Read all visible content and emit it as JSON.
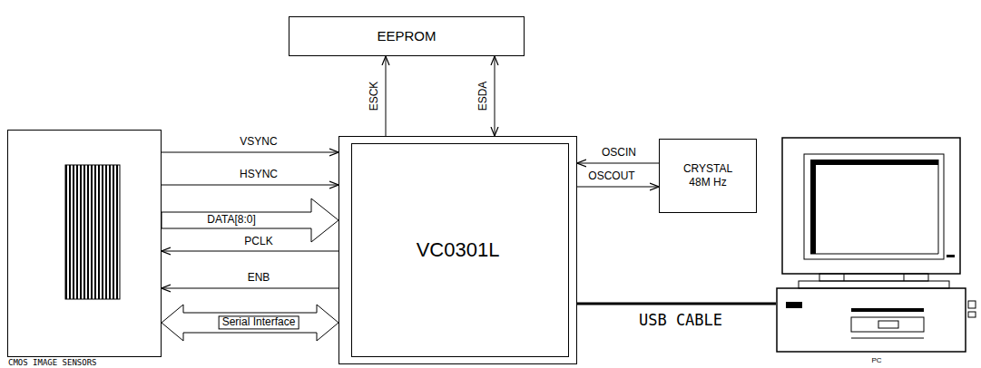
{
  "diagram": {
    "nodes": [
      {
        "text": [
          "EEPROM"
        ]
      },
      {
        "text": [
          "CMOS IMAGE SENSORS"
        ]
      },
      {
        "text": [
          "VC0301L"
        ]
      },
      {
        "text": [
          "CRYSTAL 48M Hz"
        ]
      },
      {
        "text": [
          "PC"
        ]
      }
    ],
    "edges": [
      {
        "from": 2,
        "to": 0,
        "arrow": "to",
        "label": "ESCK"
      },
      {
        "from": 2,
        "to": 0,
        "arrow": "both",
        "label": "ESDA"
      },
      {
        "from": 1,
        "to": 2,
        "arrow": "to",
        "label": "VSYNC"
      },
      {
        "from": 1,
        "to": 2,
        "arrow": "to",
        "label": "HSYNC"
      },
      {
        "from": 1,
        "to": 2,
        "arrow": "to",
        "label": "DATA[8:0]"
      },
      {
        "from": 2,
        "to": 1,
        "arrow": "to",
        "label": "PCLK"
      },
      {
        "from": 2,
        "to": 1,
        "arrow": "to",
        "label": "ENB"
      },
      {
        "from": 1,
        "to": 2,
        "arrow": "both",
        "label": "Serial Interface"
      },
      {
        "from": 3,
        "to": 2,
        "arrow": "to",
        "label": "OSCIN"
      },
      {
        "from": 2,
        "to": 3,
        "arrow": "to",
        "label": "OSCOUT"
      },
      {
        "from": 2,
        "to": 4,
        "arrow": "none",
        "label": "USB CABLE"
      }
    ]
  }
}
